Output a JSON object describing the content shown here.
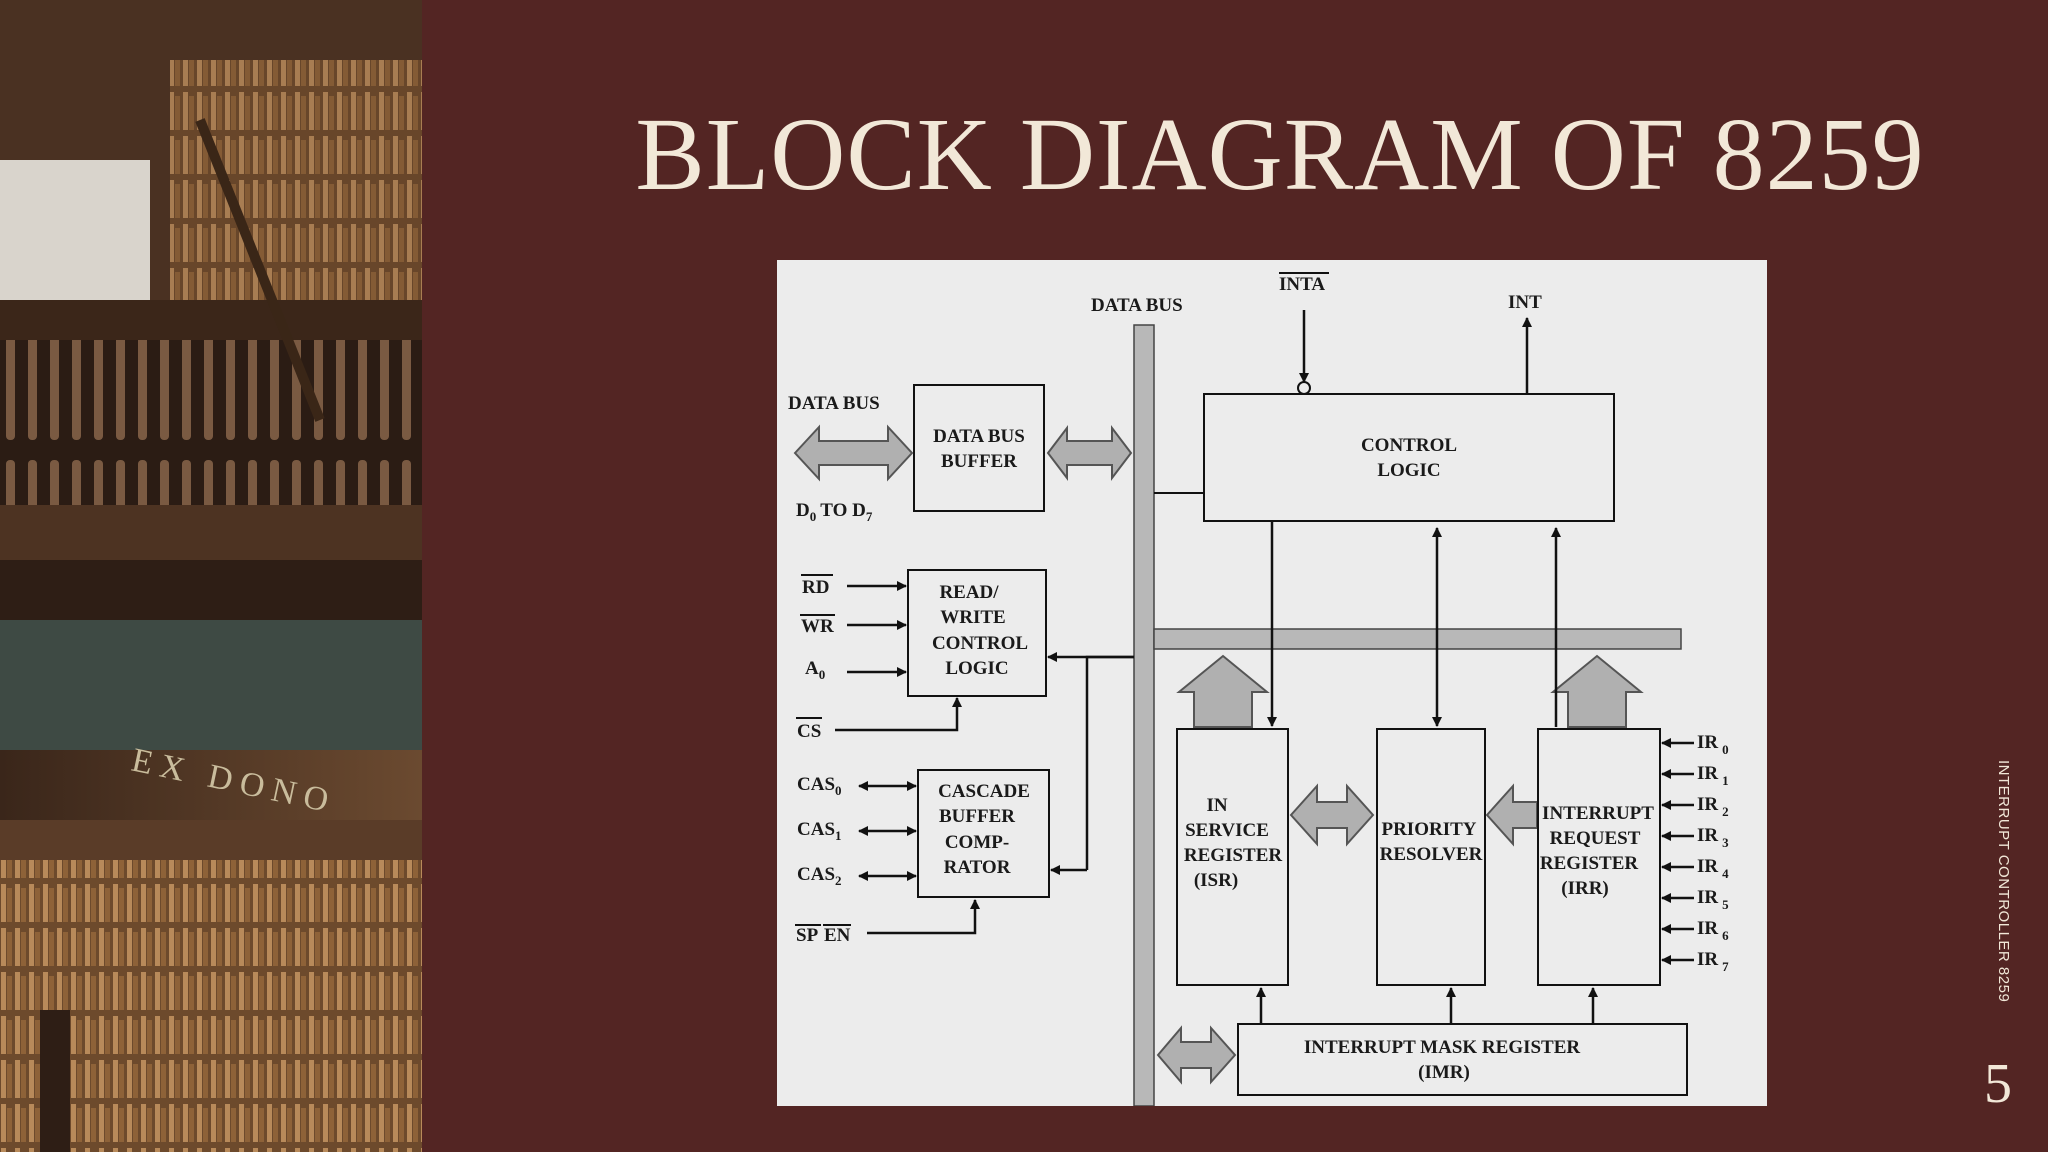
{
  "slide": {
    "title": "BLOCK DIAGRAM OF 8259",
    "footer": "INTERRUPT CONTROLLER 8259",
    "page_number": "5",
    "photo_sign": "EX DONO"
  },
  "colors": {
    "background": "#532523",
    "title": "#f2e8d8",
    "diagram_bg": "#ececec",
    "bus_gray": "#b8b8b8"
  },
  "diagram": {
    "data_bus_top": "DATA BUS",
    "inta": "INTA",
    "int": "INT",
    "data_bus_left": "DATA BUS",
    "d0_to_d7": {
      "d": "D",
      "s0": "0",
      "to": "TO D",
      "s7": "7"
    },
    "blocks": {
      "data_bus_buffer": [
        "DATA BUS",
        "BUFFER"
      ],
      "control_logic": [
        "CONTROL",
        "LOGIC"
      ],
      "rw_control": [
        "READ/",
        "WRITE",
        "CONTROL",
        "LOGIC"
      ],
      "cascade": [
        "CASCADE",
        "BUFFER",
        "COMP-",
        "RATOR"
      ],
      "isr": [
        "IN",
        "SERVICE",
        "REGISTER",
        "(ISR)"
      ],
      "priority": [
        "PRIORITY",
        "RESOLVER"
      ],
      "irr": [
        "INTERRUPT",
        "REQUEST",
        "REGISTER",
        "(IRR)"
      ],
      "imr": [
        "INTERRUPT MASK REGISTER",
        "(IMR)"
      ]
    },
    "rw_signals": {
      "rd": "RD",
      "wr": "WR",
      "a": "A",
      "a_sub": "0",
      "cs": "CS"
    },
    "cascade_signals": {
      "cas": "CAS",
      "subs": [
        "0",
        "1",
        "2"
      ],
      "sp": "SP",
      "en": "EN"
    },
    "ir": {
      "label": "IR",
      "subs": [
        "0",
        "1",
        "2",
        "3",
        "4",
        "5",
        "6",
        "7"
      ]
    }
  }
}
